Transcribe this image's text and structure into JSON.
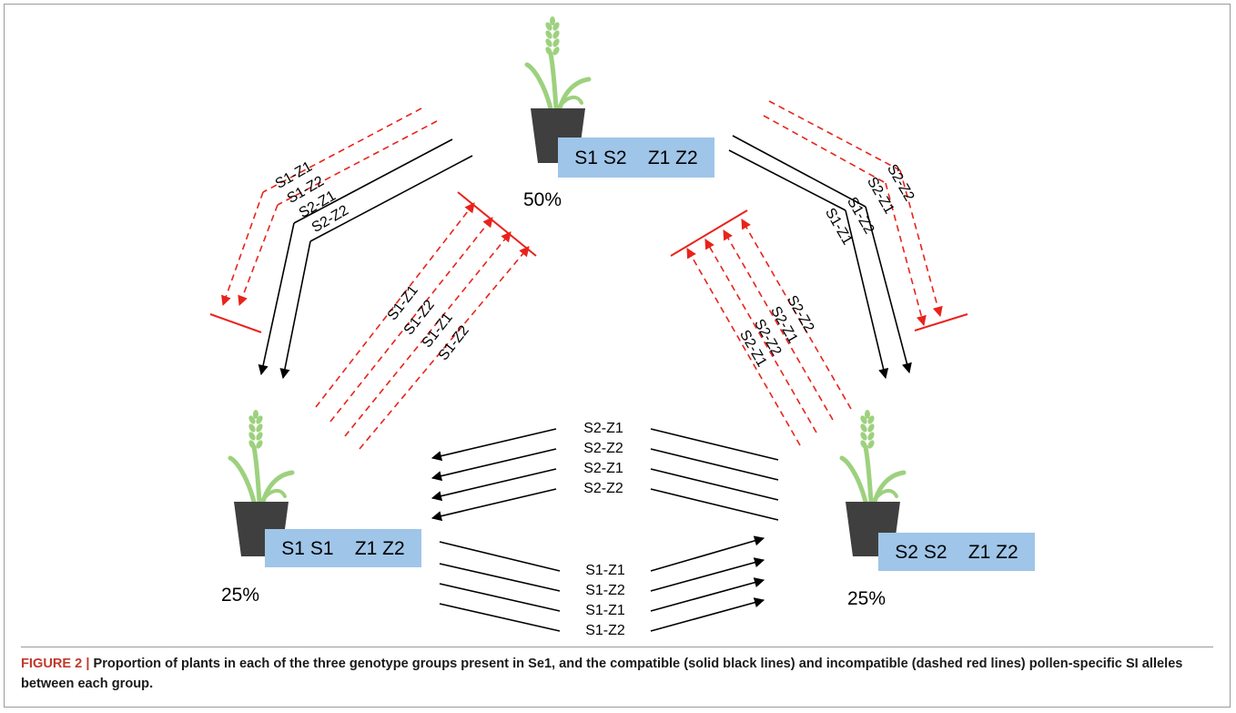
{
  "genotypes": {
    "top": {
      "label": "S1 S2    Z1 Z2",
      "percent": "50%"
    },
    "left": {
      "label": "S1 S1    Z1 Z2",
      "percent": "25%"
    },
    "right": {
      "label": "S2 S2    Z1 Z2",
      "percent": "25%"
    }
  },
  "edges": {
    "top_to_left": [
      "S1-Z1",
      "S1-Z2",
      "S2-Z1",
      "S2-Z2"
    ],
    "left_to_top": [
      "S1-Z1",
      "S1-Z2",
      "S1-Z1",
      "S1-Z2"
    ],
    "top_to_right": [
      "S1-Z1",
      "S1-Z2",
      "S2-Z1",
      "S2-Z2"
    ],
    "right_to_top": [
      "S2-Z1",
      "S2-Z2",
      "S2-Z1",
      "S2-Z2"
    ],
    "right_to_left": [
      "S2-Z1",
      "S2-Z2",
      "S2-Z1",
      "S2-Z2"
    ],
    "left_to_right": [
      "S1-Z1",
      "S1-Z2",
      "S1-Z1",
      "S1-Z2"
    ]
  },
  "colors": {
    "compatible": "#000000",
    "incompatible": "#e8231b",
    "genotype_box": "#9fc5e8",
    "pot": "#3f3f3f",
    "plant": "#9dd17e"
  },
  "caption": {
    "figure_number": "FIGURE 2 |",
    "text": "Proportion of plants in each of the three genotype groups present in Se1, and the compatible (solid black lines) and incompatible (dashed red lines) pollen-specific SI alleles between each group."
  }
}
